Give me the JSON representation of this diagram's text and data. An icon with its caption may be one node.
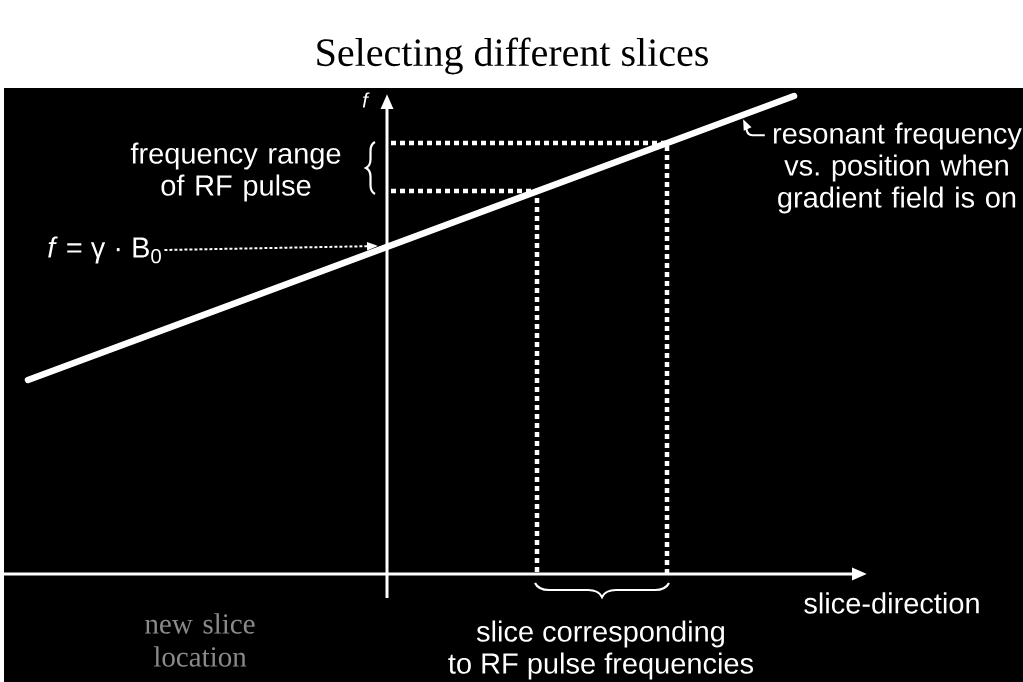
{
  "diagram": {
    "title": "Selecting different slices",
    "nodes": [
      {
        "text": [
          "*f* = γ · B$_{0}$"
        ]
      },
      {
        "text": [
          "resonant frequency vs. position when gradient field is on"
        ]
      }
    ],
    "edges": [
      {
        "from": 0,
        "to": null,
        "arrow": "to",
        "style": "dashed"
      },
      {
        "from": 1,
        "to": null,
        "arrow": "to"
      }
    ],
    "labels": [
      "f",
      "frequency range of RF pulse",
      "slice-direction",
      "new slice location",
      "slice corresponding to RF pulse frequencies"
    ]
  }
}
